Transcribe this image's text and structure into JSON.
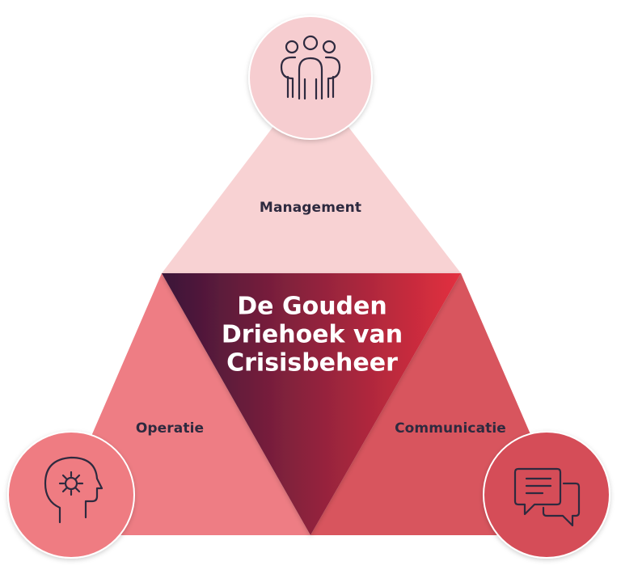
{
  "diagram": {
    "title_lines": [
      "De Gouden",
      "Driehoek van",
      "Crisisbeheer"
    ],
    "segments": {
      "top": {
        "label": "Management",
        "icon": "team-people-icon"
      },
      "left": {
        "label": "Operatie",
        "icon": "head-gear-icon"
      },
      "right": {
        "label": "Communicatie",
        "icon": "chat-bubbles-icon"
      }
    }
  },
  "colors": {
    "top_fill": "#f8d2d3",
    "left_fill": "#ee7d84",
    "right_fill": "#d8555e",
    "center_gradient_start": "#3a1539",
    "center_gradient_end": "#e3303f",
    "circle_top": "#f6cdd0",
    "circle_left": "#ef7c82",
    "circle_right": "#d54e59",
    "label_text": "#2e2a3f",
    "icon_stroke": "#2e2a3f"
  }
}
